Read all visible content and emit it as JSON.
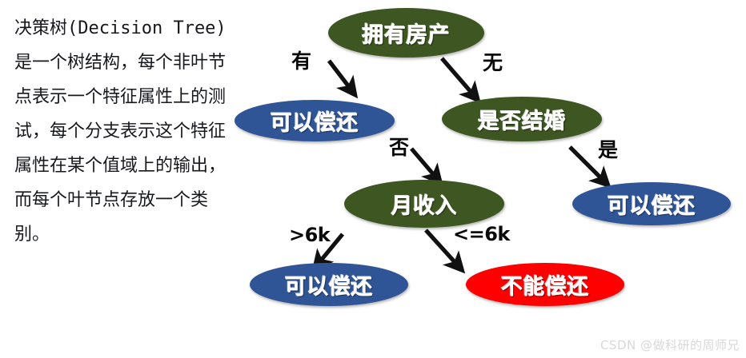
{
  "description": {
    "text": "决策树(Decision Tree)是一个树结构，每个非叶节点表示一个特征属性上的测试，每个分支表示这个特征属性在某个值域上的输出，而每个叶节点存放一个类别。"
  },
  "colors": {
    "internal_node": "#3E5622",
    "leaf_positive": "#2F5597",
    "leaf_negative": "#FE0000",
    "node_text": "#FFFFFF",
    "edge_label": "#0A0A0A",
    "background": "#FFFFFF",
    "watermark": "#D8D8D8"
  },
  "chart_data": {
    "type": "diagram",
    "title": "决策树(Decision Tree)",
    "nodes": [
      {
        "id": "n1",
        "label": "拥有房产",
        "kind": "internal",
        "color": "#3E5622"
      },
      {
        "id": "n2",
        "label": "可以偿还",
        "kind": "leaf",
        "color": "#2F5597"
      },
      {
        "id": "n3",
        "label": "是否结婚",
        "kind": "internal",
        "color": "#3E5622"
      },
      {
        "id": "n4",
        "label": "月收入",
        "kind": "internal",
        "color": "#3E5622"
      },
      {
        "id": "n5",
        "label": "可以偿还",
        "kind": "leaf",
        "color": "#2F5597"
      },
      {
        "id": "n6",
        "label": "可以偿还",
        "kind": "leaf",
        "color": "#2F5597"
      },
      {
        "id": "n7",
        "label": "不能偿还",
        "kind": "leaf",
        "color": "#FE0000"
      }
    ],
    "edges": [
      {
        "from": "n1",
        "to": "n2",
        "label": "有"
      },
      {
        "from": "n1",
        "to": "n3",
        "label": "无"
      },
      {
        "from": "n3",
        "to": "n4",
        "label": "否"
      },
      {
        "from": "n3",
        "to": "n5",
        "label": "是"
      },
      {
        "from": "n4",
        "to": "n6",
        "label": ">6k"
      },
      {
        "from": "n4",
        "to": "n7",
        "label": "<=6k"
      }
    ]
  },
  "tree": {
    "root": {
      "label": "拥有房产"
    },
    "leaf_own_yes": {
      "label": "可以偿还"
    },
    "married": {
      "label": "是否结婚"
    },
    "income": {
      "label": "月收入"
    },
    "leaf_married_yes": {
      "label": "可以偿还"
    },
    "leaf_income_high": {
      "label": "可以偿还"
    },
    "leaf_income_low": {
      "label": "不能偿还"
    }
  },
  "edge_labels": {
    "own_yes": "有",
    "own_no": "无",
    "married_no": "否",
    "married_yes": "是",
    "income_high": ">6k",
    "income_low": "<=6k"
  },
  "watermark": {
    "text": "CSDN @做科研的周师兄"
  }
}
